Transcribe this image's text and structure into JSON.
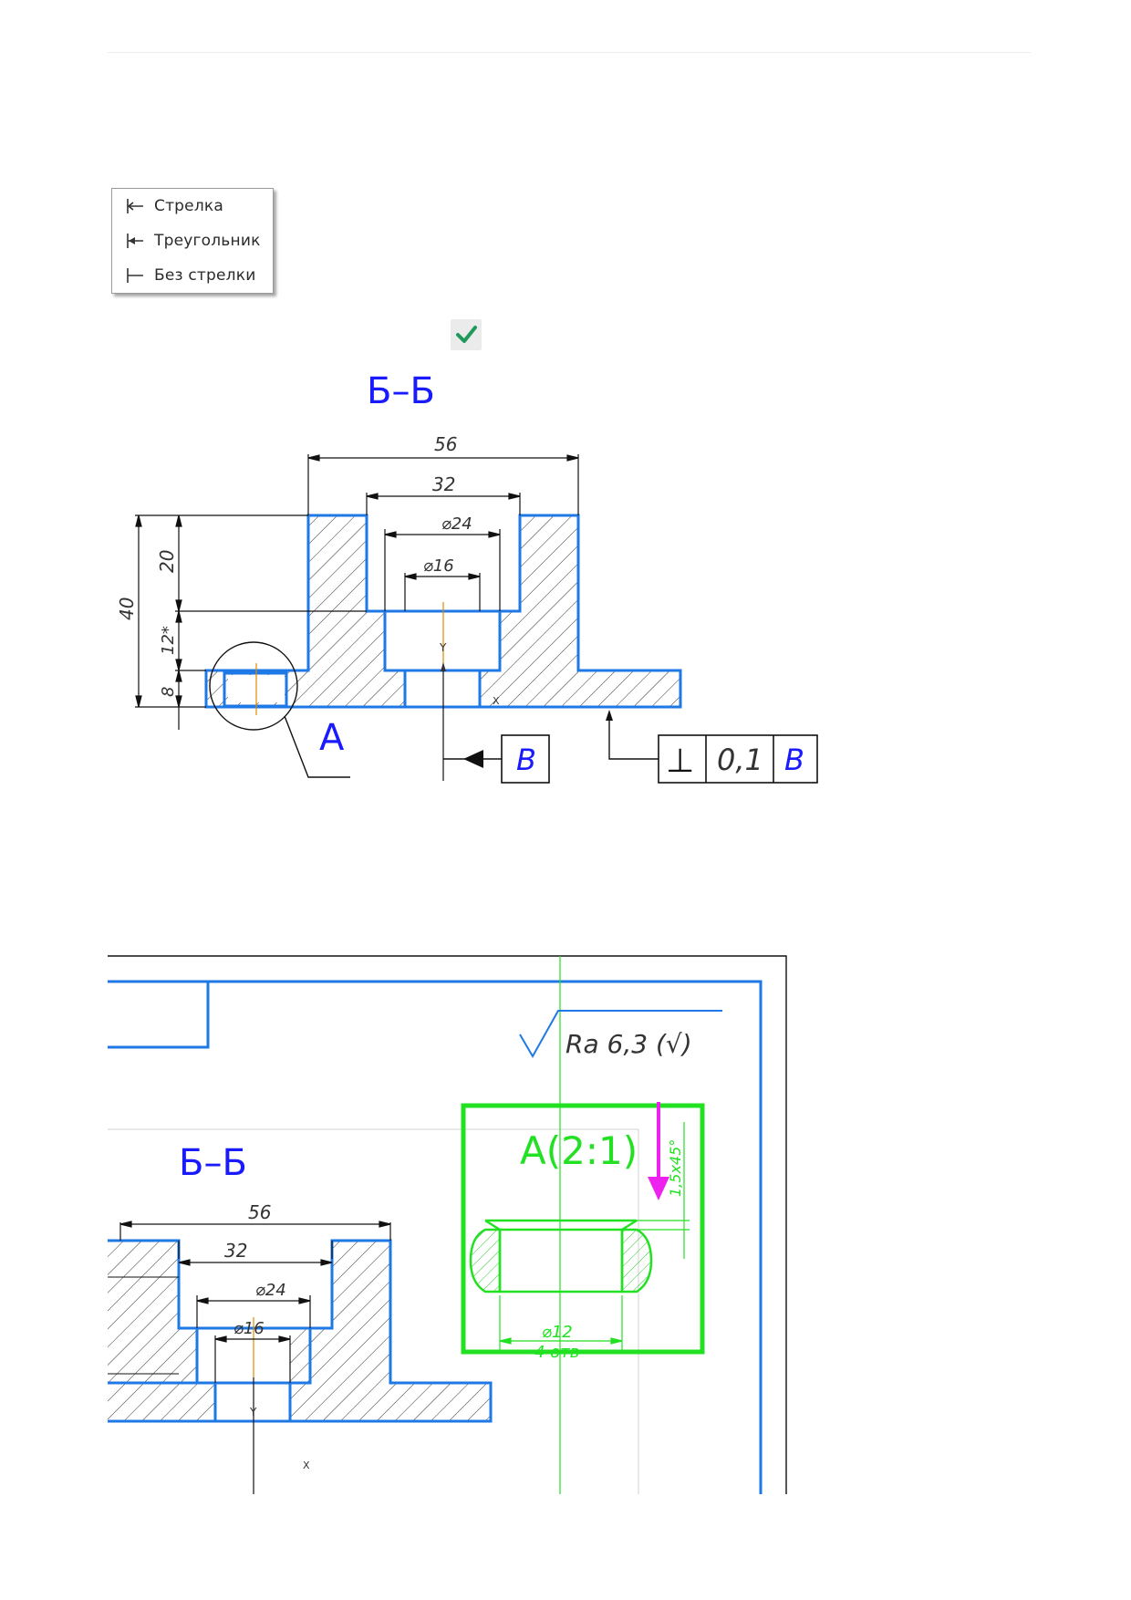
{
  "menu": {
    "items": [
      {
        "label": "Стрелка",
        "icon": "arrow-head-icon"
      },
      {
        "label": "Треугольник",
        "icon": "triangle-head-icon"
      },
      {
        "label": "Без стрелки",
        "icon": "no-arrow-icon"
      }
    ]
  },
  "confirm": {
    "icon": "checkmark-icon"
  },
  "drawing1": {
    "title": "Б–Б",
    "dims": {
      "d56": "56",
      "d32": "32",
      "d24": "⌀24",
      "d16": "⌀16",
      "h40": "40",
      "h20": "20",
      "h12": "12*",
      "h8": "8"
    },
    "axis_y": "Y",
    "axis_x": "X",
    "view_label": "A",
    "datum": "B",
    "tolerance": {
      "symbol": "⊥",
      "value": "0,1",
      "datum": "B"
    }
  },
  "drawing2": {
    "roughness": "Ra 6,3 (√)",
    "title": "Б–Б",
    "dims": {
      "d56": "56",
      "d32": "32",
      "d24": "⌀24",
      "d16": "⌀16"
    },
    "axis_y": "Y",
    "axis_x": "X",
    "detail_title": "A(2:1)",
    "chamfer": "1,5x45°",
    "hole_dia": "⌀12",
    "hole_count": "4 отв"
  },
  "colors": {
    "outline": "#1e78e6",
    "annotation": "#1a1aff",
    "detail": "#22e022",
    "highlight": "#ee22ee",
    "axis": "#e08a00"
  }
}
